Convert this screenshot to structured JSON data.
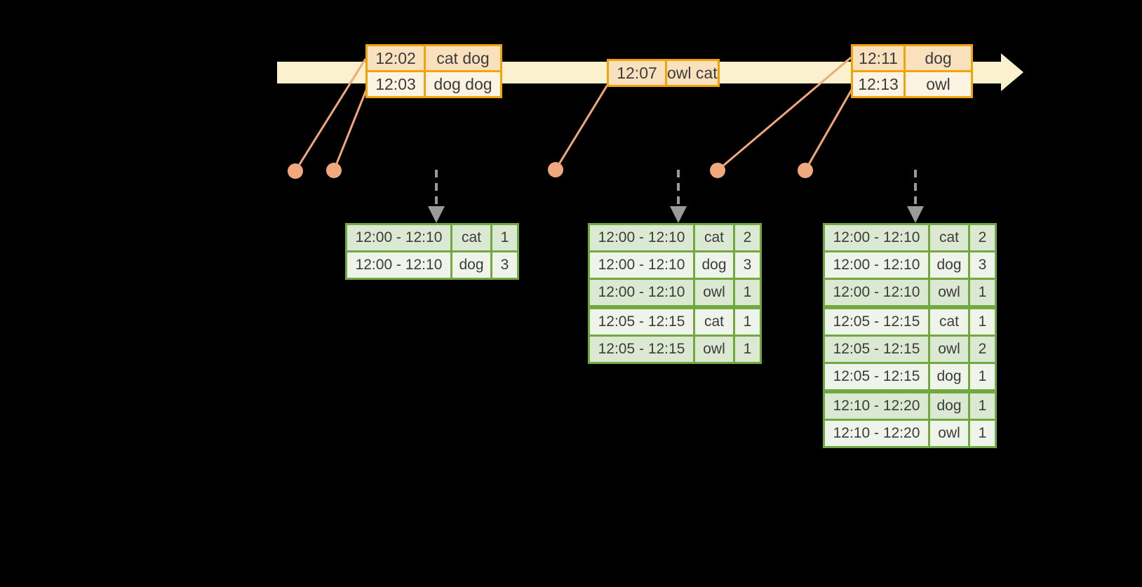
{
  "colors": {
    "bg": "#000000",
    "timeline": "#FCF1CE",
    "event_border": "#F0A30A",
    "event_row_dark": "#FAE1BE",
    "event_row_light": "#FCF3E3",
    "result_border": "#71A840",
    "result_row_dark": "#DCE9D2",
    "result_row_light": "#EFF4EA",
    "connector": "#F1A87C",
    "arrow": "#9A9A9A",
    "text": "#3C3C3C"
  },
  "diagram": {
    "event_tables": [
      {
        "name": "events-batch-1",
        "rows": [
          {
            "time": "12:02",
            "words": "cat dog"
          },
          {
            "time": "12:03",
            "words": "dog dog"
          }
        ]
      },
      {
        "name": "events-batch-2",
        "rows": [
          {
            "time": "12:07",
            "words": "owl cat"
          }
        ]
      },
      {
        "name": "events-batch-3",
        "rows": [
          {
            "time": "12:11",
            "words": "dog"
          },
          {
            "time": "12:13",
            "words": "owl"
          }
        ]
      }
    ],
    "result_tables": [
      {
        "name": "result-after-trigger-1",
        "group_breaks": [],
        "rows": [
          {
            "window": "12:00 - 12:10",
            "word": "cat",
            "count": "1"
          },
          {
            "window": "12:00 - 12:10",
            "word": "dog",
            "count": "3"
          }
        ]
      },
      {
        "name": "result-after-trigger-2",
        "group_breaks": [
          3
        ],
        "rows": [
          {
            "window": "12:00 - 12:10",
            "word": "cat",
            "count": "2"
          },
          {
            "window": "12:00 - 12:10",
            "word": "dog",
            "count": "3"
          },
          {
            "window": "12:00 - 12:10",
            "word": "owl",
            "count": "1"
          },
          {
            "window": "12:05 - 12:15",
            "word": "cat",
            "count": "1"
          },
          {
            "window": "12:05 - 12:15",
            "word": "owl",
            "count": "1"
          }
        ]
      },
      {
        "name": "result-after-trigger-3",
        "group_breaks": [
          3,
          6
        ],
        "rows": [
          {
            "window": "12:00 - 12:10",
            "word": "cat",
            "count": "2"
          },
          {
            "window": "12:00 - 12:10",
            "word": "dog",
            "count": "3"
          },
          {
            "window": "12:00 - 12:10",
            "word": "owl",
            "count": "1"
          },
          {
            "window": "12:05 - 12:15",
            "word": "cat",
            "count": "1"
          },
          {
            "window": "12:05 - 12:15",
            "word": "owl",
            "count": "2"
          },
          {
            "window": "12:05 - 12:15",
            "word": "dog",
            "count": "1"
          },
          {
            "window": "12:10 - 12:20",
            "word": "dog",
            "count": "1"
          },
          {
            "window": "12:10 - 12:20",
            "word": "owl",
            "count": "1"
          }
        ]
      }
    ]
  }
}
